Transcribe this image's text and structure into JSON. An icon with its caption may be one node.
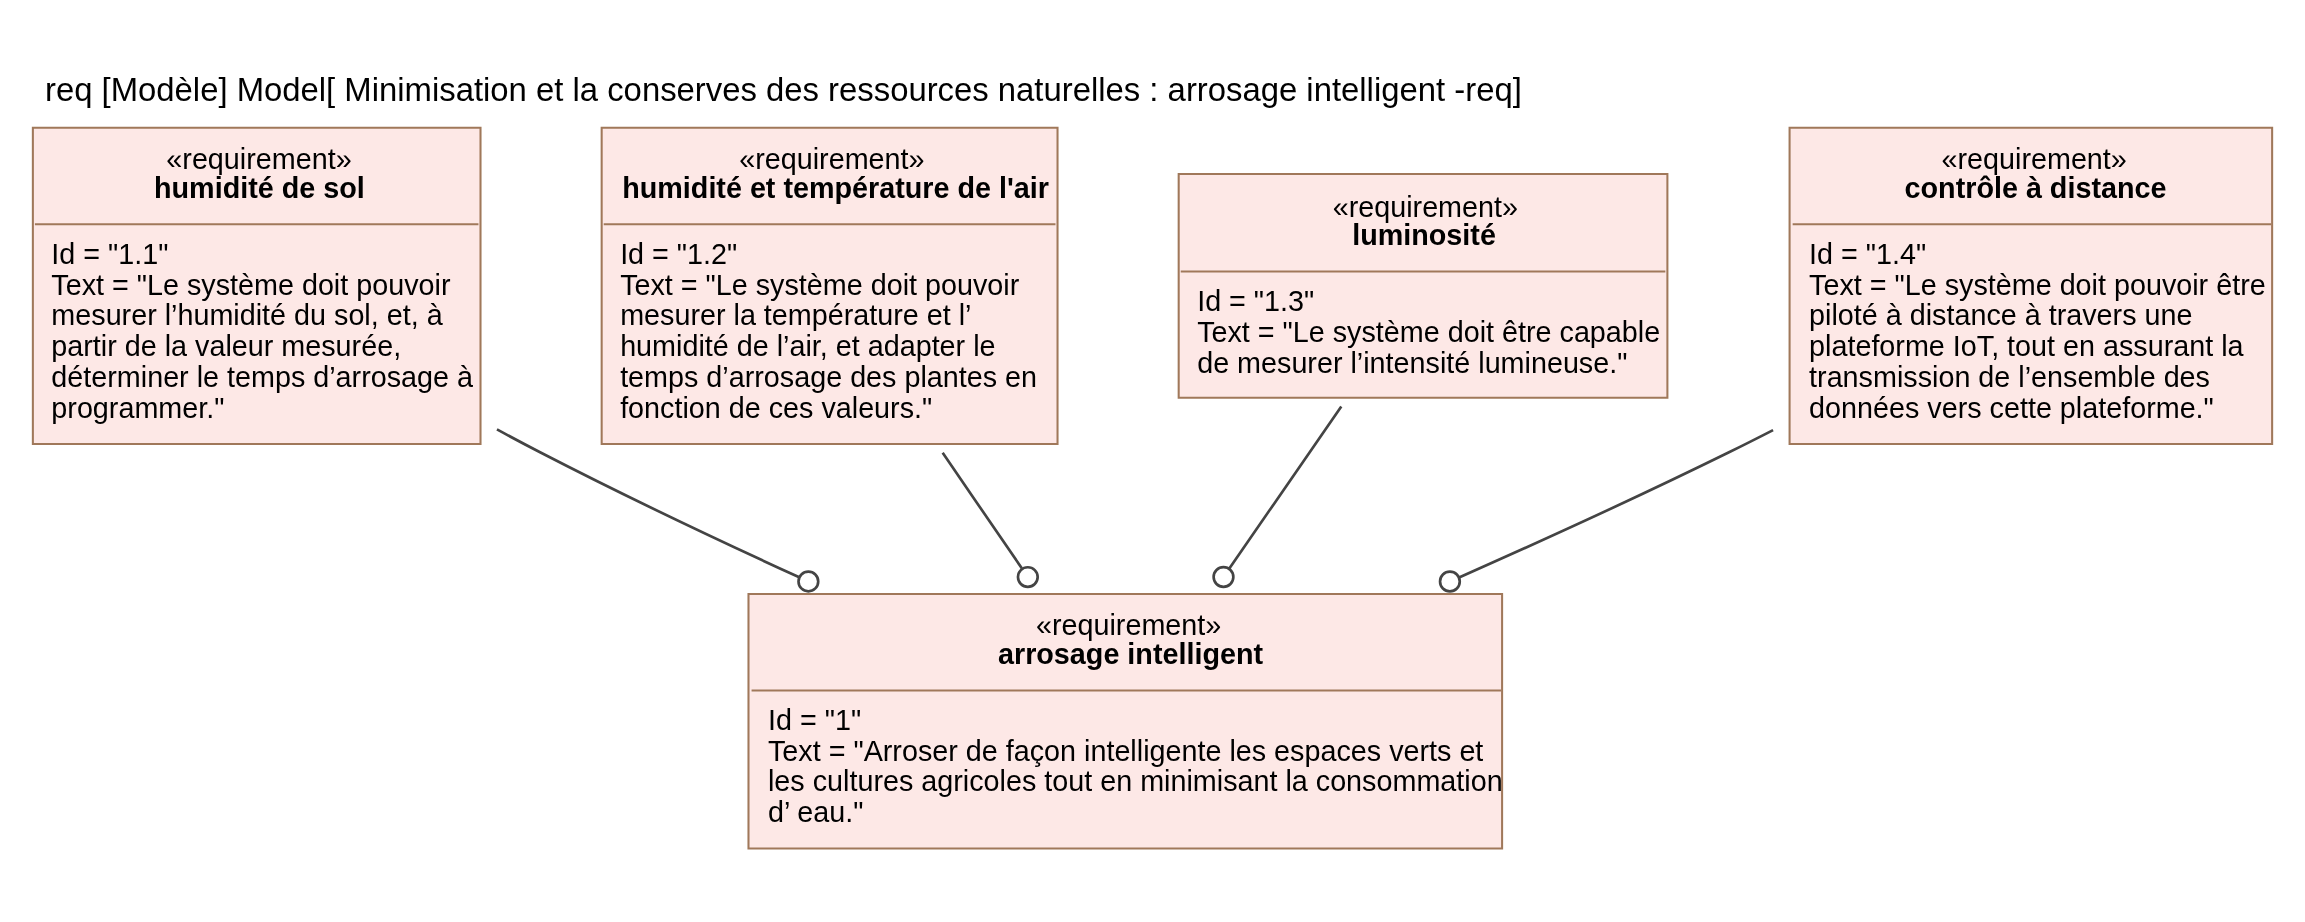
{
  "diagram": {
    "title": "req [Modèle] Model[ Minimisation et la conserves des ressources naturelles : arrosage intelligent -req]",
    "nodes": [
      {
        "text": [
          "«requirement»",
          "arrosage intelligent",
          "Id = \"1\"",
          "Text = \"Arroser de façon intelligente les espaces verts et les cultures agricoles tout en minimisant la consommation d’ eau.\""
        ]
      },
      {
        "text": [
          "«requirement»",
          "humidité de sol",
          "Id = \"1.1\"",
          "Text = \"Le système doit pouvoir mesurer l’humidité du sol, et, à partir de la valeur mesurée, déterminer le temps d’arrosage à programmer.\""
        ]
      },
      {
        "text": [
          "«requirement»",
          "humidité et température de l'air",
          "Id = \"1.2\"",
          "Text = \"Le système doit pouvoir mesurer la température et l’ humidité de l’air, et adapter le temps d’arrosage des plantes en fonction de ces valeurs.\""
        ]
      },
      {
        "text": [
          "«requirement»",
          "luminosité",
          "Id = \"1.3\"",
          "Text = \"Le système doit être capable de mesurer l’intensité lumineuse.\""
        ]
      },
      {
        "text": [
          "«requirement»",
          "contrôle à distance",
          "Id = \"1.4\"",
          "Text = \"Le système doit pouvoir être piloté à distance à travers une plateforme IoT, tout en assurant la transmission de l’ensemble des données vers cette plateforme.\""
        ]
      }
    ],
    "edges": [
      {
        "from": 1,
        "to": 0,
        "arrow": "other"
      },
      {
        "from": 2,
        "to": 0,
        "arrow": "other"
      },
      {
        "from": 3,
        "to": 0,
        "arrow": "other"
      },
      {
        "from": 4,
        "to": 0,
        "arrow": "other"
      }
    ]
  }
}
